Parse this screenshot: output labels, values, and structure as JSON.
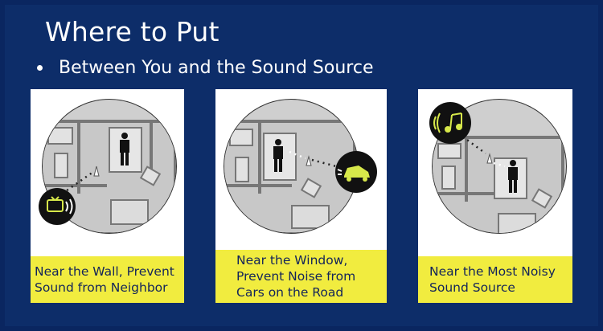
{
  "title": "Where to Put",
  "bullet": "Between You and the Sound Source",
  "cards": [
    {
      "icon": "tv-icon",
      "caption_lines": [
        "Near the Wall, Prevent",
        "Sound from Neighbor"
      ]
    },
    {
      "icon": "car-icon",
      "caption_lines": [
        "Near the Window,",
        "Prevent Noise from",
        "Cars on the Road"
      ]
    },
    {
      "icon": "music-icon",
      "caption_lines": [
        "Near the Most Noisy",
        "Sound Source"
      ]
    }
  ],
  "colors": {
    "background": "#0d2d69",
    "caption_bg": "#f1ec3f",
    "caption_text": "#13245a",
    "icon_accent": "#d7e84a"
  }
}
